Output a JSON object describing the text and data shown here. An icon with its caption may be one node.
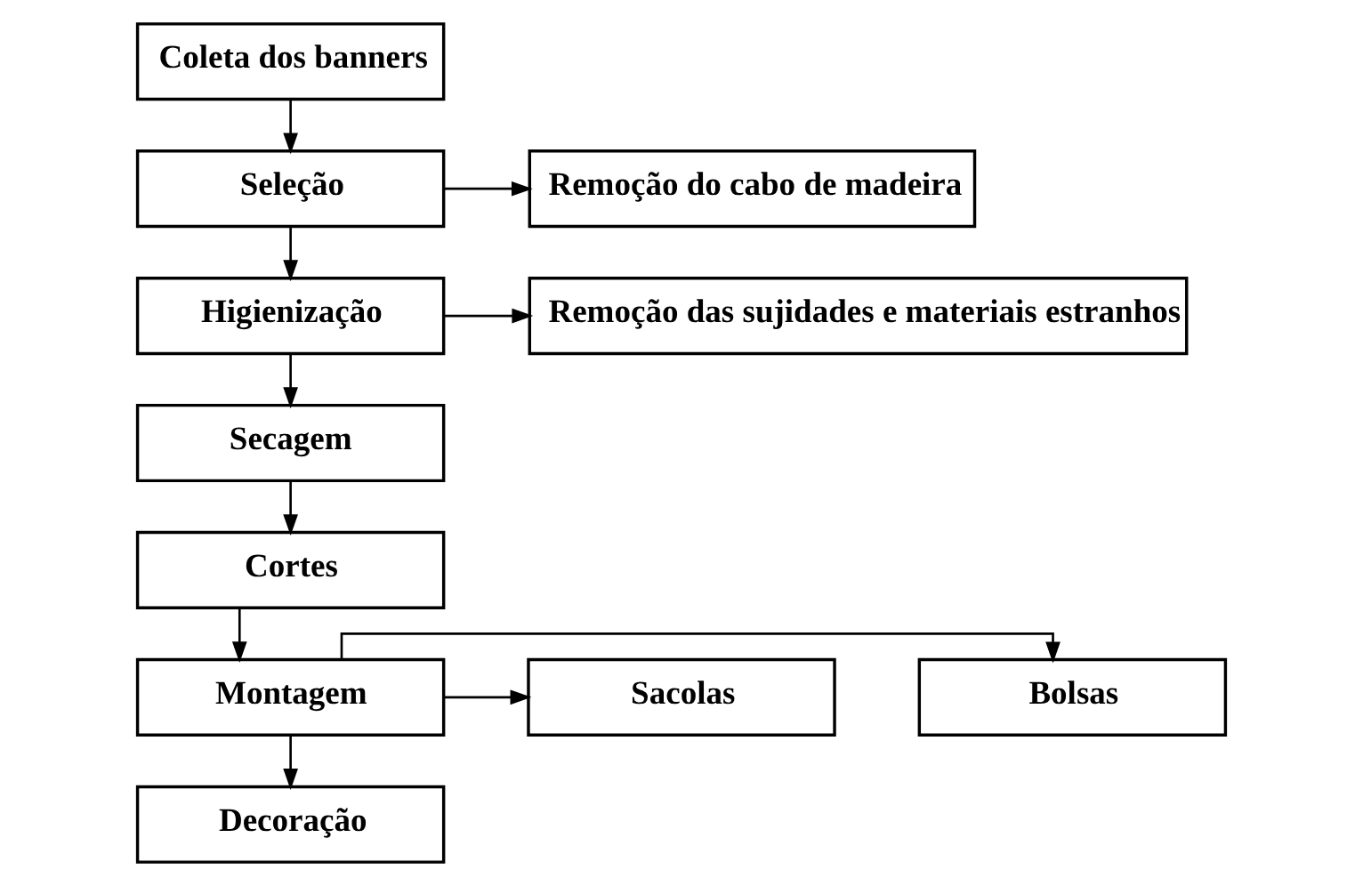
{
  "diagram": {
    "nodes": [
      {
        "text": [
          "Coleta dos banners"
        ]
      },
      {
        "text": [
          "Seleção"
        ]
      },
      {
        "text": [
          "Remoção do cabo de madeira"
        ]
      },
      {
        "text": [
          "Higienização"
        ]
      },
      {
        "text": [
          "Remoção das sujidades e materiais estranhos"
        ]
      },
      {
        "text": [
          "Secagem"
        ]
      },
      {
        "text": [
          "Cortes"
        ]
      },
      {
        "text": [
          "Montagem"
        ]
      },
      {
        "text": [
          "Bolsas"
        ]
      },
      {
        "text": [
          "Sacolas"
        ]
      },
      {
        "text": [
          "Decoração"
        ]
      }
    ],
    "edges": [
      {
        "from": 0,
        "to": 1,
        "arrow": "to"
      },
      {
        "from": 1,
        "to": 2,
        "arrow": "to"
      },
      {
        "from": 1,
        "to": 3,
        "arrow": "to"
      },
      {
        "from": 3,
        "to": 4,
        "arrow": "to"
      },
      {
        "from": 3,
        "to": 5,
        "arrow": "to"
      },
      {
        "from": 5,
        "to": 6,
        "arrow": "to"
      },
      {
        "from": 6,
        "to": 7,
        "arrow": "to"
      },
      {
        "from": 7,
        "to": 8,
        "arrow": "to"
      },
      {
        "from": 7,
        "to": 9,
        "arrow": "to"
      },
      {
        "from": 7,
        "to": 10,
        "arrow": "to"
      }
    ]
  }
}
